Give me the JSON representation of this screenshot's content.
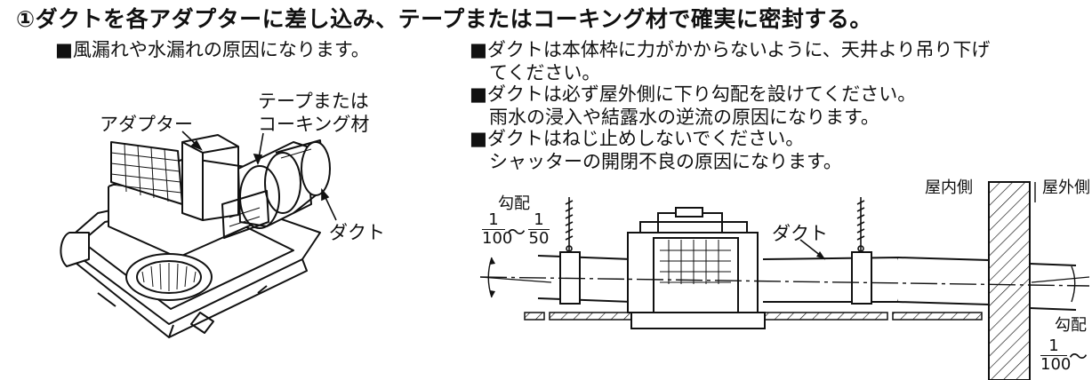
{
  "title": "①ダクトを各アダプターに差し込み、テープまたはコーキング材で確実に密封する。",
  "left_note": "■風漏れや水漏れの原因になります。",
  "notes": [
    "■ダクトは本体枠に力がかからないように、天井より吊り下げ",
    "てください。",
    "■ダクトは必ず屋外側に下り勾配を設けてください。",
    "雨水の浸入や結露水の逆流の原因になります。",
    "■ダクトはねじ止めしないでください。",
    "シャッターの開閉不良の原因になります。"
  ],
  "left_figure": {
    "tape_label_line1": "テープまたは",
    "tape_label_line2": "コーキング材",
    "adapter_label": "アダプター",
    "duct_label": "ダクト"
  },
  "right_figure": {
    "indoor_label": "屋内側",
    "outdoor_label": "屋外側",
    "duct_label": "ダクト",
    "slope_label_left": "勾配",
    "slope_label_right": "勾配",
    "frac_a_num": "1",
    "frac_a_den": "100",
    "tilde": "〜",
    "frac_b_num": "1",
    "frac_b_den": "50",
    "frac_c_num": "1",
    "frac_c_den": "100"
  }
}
